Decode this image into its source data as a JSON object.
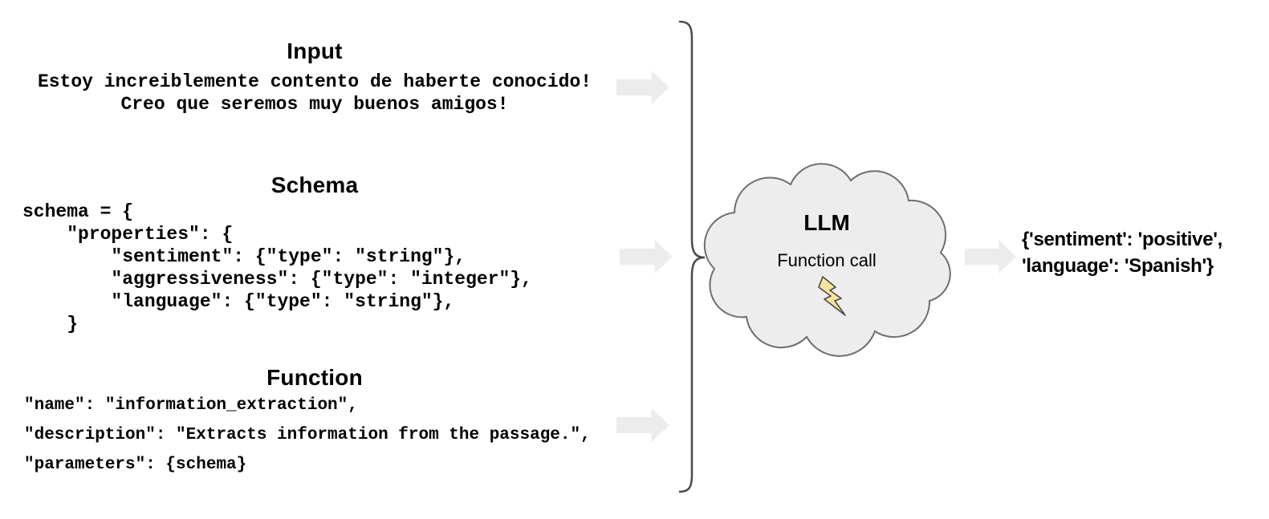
{
  "diagram": {
    "input": {
      "title": "Input",
      "line1": "Estoy increiblemente contento de haberte conocido!",
      "line2": "Creo que seremos muy buenos amigos!"
    },
    "schema": {
      "title": "Schema",
      "code": "schema = {\n    \"properties\": {\n        \"sentiment\": {\"type\": \"string\"},\n        \"aggressiveness\": {\"type\": \"integer\"},\n        \"language\": {\"type\": \"string\"},\n    }"
    },
    "function": {
      "title": "Function",
      "line1": "\"name\": \"information_extraction\",",
      "line2": "\"description\": \"Extracts information from the passage.\",",
      "line3": "\"parameters\": {schema}"
    },
    "llm": {
      "title": "LLM",
      "subtitle": "Function call",
      "bolt_icon": "lightning-bolt"
    },
    "output": {
      "line1": "{'sentiment': 'positive',",
      "line2": "'language': 'Spanish'}"
    },
    "icons": {
      "flow_arrow": "right-arrow"
    },
    "colors": {
      "text": "#000000",
      "arrow": "#ececec",
      "cloud_fill": "#ededed",
      "cloud_stroke": "#6e6e6e",
      "bolt_fill": "#f9e49c",
      "bolt_stroke": "#4a4a4a",
      "brace": "#4a4a4a"
    }
  }
}
